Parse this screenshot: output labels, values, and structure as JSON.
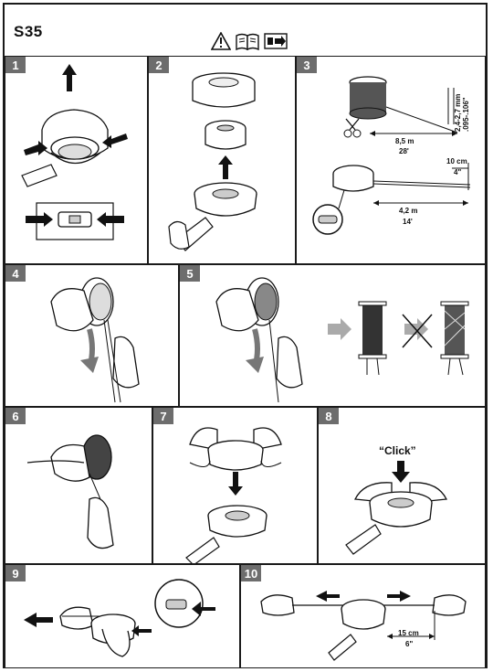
{
  "header": {
    "model": "S35",
    "icons": [
      "warning-triangle-icon",
      "manual-book-icon",
      "instruction-arrow-icon"
    ]
  },
  "steps": [
    {
      "number": "1"
    },
    {
      "number": "2"
    },
    {
      "number": "3",
      "labels": {
        "diameter_mm": "2,4-2,7 mm",
        "diameter_in": ".095-.106\"",
        "length1_m": "8,5 m",
        "length1_ft": "28'",
        "offset_cm": "10 cm",
        "offset_in": "4\"",
        "length2_m": "4,2 m",
        "length2_ft": "14'"
      }
    },
    {
      "number": "4"
    },
    {
      "number": "5"
    },
    {
      "number": "6"
    },
    {
      "number": "7"
    },
    {
      "number": "8",
      "labels": {
        "click": "“Click”"
      }
    },
    {
      "number": "9"
    },
    {
      "number": "10",
      "labels": {
        "length_cm": "15 cm",
        "length_in": "6\""
      }
    }
  ]
}
